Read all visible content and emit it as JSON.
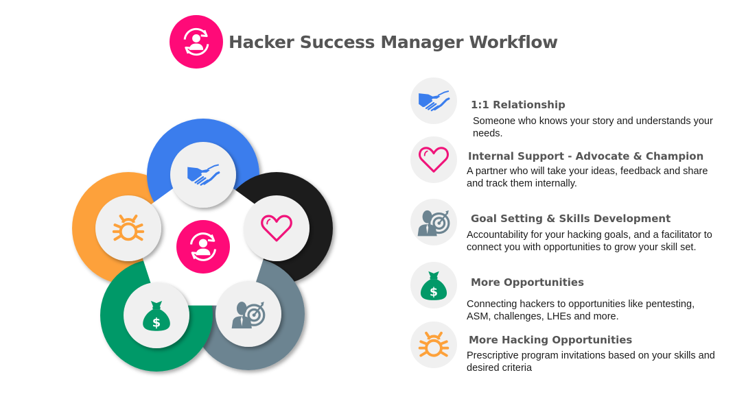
{
  "header": {
    "title": "Hacker Success Manager Workflow",
    "badge_icon": "user-cycle-icon",
    "badge_color": "#ff0a78"
  },
  "diagram": {
    "center": {
      "icon": "user-cycle-icon",
      "color": "#ff0a78"
    },
    "nodes": [
      {
        "key": "relationship",
        "icon": "handshake-icon",
        "ring_color": "#3a7ded",
        "icon_color": "#3a7ded"
      },
      {
        "key": "support",
        "icon": "heart-icon",
        "ring_color": "#1f1f1f",
        "icon_color": "#f0147a"
      },
      {
        "key": "goals",
        "icon": "target-person-icon",
        "ring_color": "#6c8491",
        "icon_color": "#6c8491"
      },
      {
        "key": "opportunities",
        "icon": "money-bag-icon",
        "ring_color": "#029968",
        "icon_color": "#029968"
      },
      {
        "key": "hacking",
        "icon": "bug-icon",
        "ring_color": "#fda13a",
        "icon_color": "#fda13a"
      }
    ],
    "inner_fill": "#f0f0f0"
  },
  "items": [
    {
      "icon": "handshake-icon",
      "heading": "1:1 Relationship",
      "description": "Someone who knows your story and understands your needs."
    },
    {
      "icon": "heart-icon",
      "heading": "Internal Support - Advocate & Champion",
      "description": "A partner who will take your ideas, feedback and share and track them internally."
    },
    {
      "icon": "target-person-icon",
      "heading": "Goal Setting & Skills Development",
      "description": "Accountability for your hacking goals, and a facilitator to connect you with opportunities to grow your skill set."
    },
    {
      "icon": "money-bag-icon",
      "heading": "More Opportunities",
      "description": "Connecting hackers to opportunities like pentesting, ASM, challenges, LHEs and more."
    },
    {
      "icon": "bug-icon",
      "heading": "More Hacking Opportunities",
      "description": "Prescriptive program invitations based on your skills and desired criteria"
    }
  ]
}
